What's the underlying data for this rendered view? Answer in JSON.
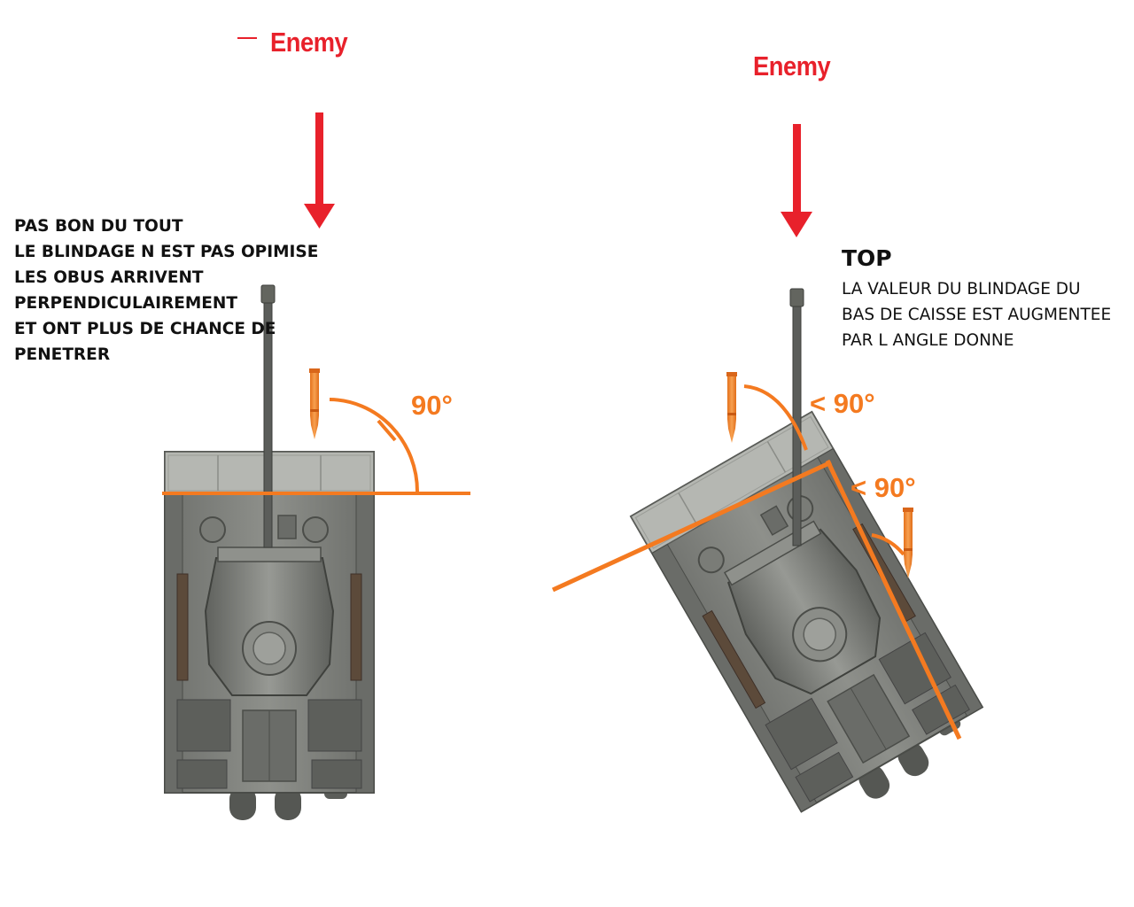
{
  "left_panel": {
    "enemy_label": "Enemy",
    "note_lines": [
      "PAS BON DU TOUT",
      "LE BLINDAGE N EST PAS OPIMISE",
      "LES OBUS ARRIVENT",
      "PERPENDICULAIREMENT",
      "ET ONT PLUS DE CHANCE DE",
      "PENETRER"
    ],
    "angle_label": "90°"
  },
  "right_panel": {
    "enemy_label": "Enemy",
    "heading": "TOP",
    "note_lines": [
      "LA VALEUR DU BLINDAGE DU",
      "BAS DE CAISSE EST AUGMENTEE",
      "PAR L ANGLE DONNE"
    ],
    "angle_label_top": "< 90°",
    "angle_label_side": "< 90°"
  },
  "colors": {
    "enemy_red": "#e8212b",
    "arrow_red": "#e8212b",
    "accent_orange": "#f47a20",
    "tank_gray": "#8a8c87",
    "text": "#111111"
  },
  "icons": [
    "enemy-direction-arrow",
    "shell-icon",
    "tank-top-view"
  ]
}
